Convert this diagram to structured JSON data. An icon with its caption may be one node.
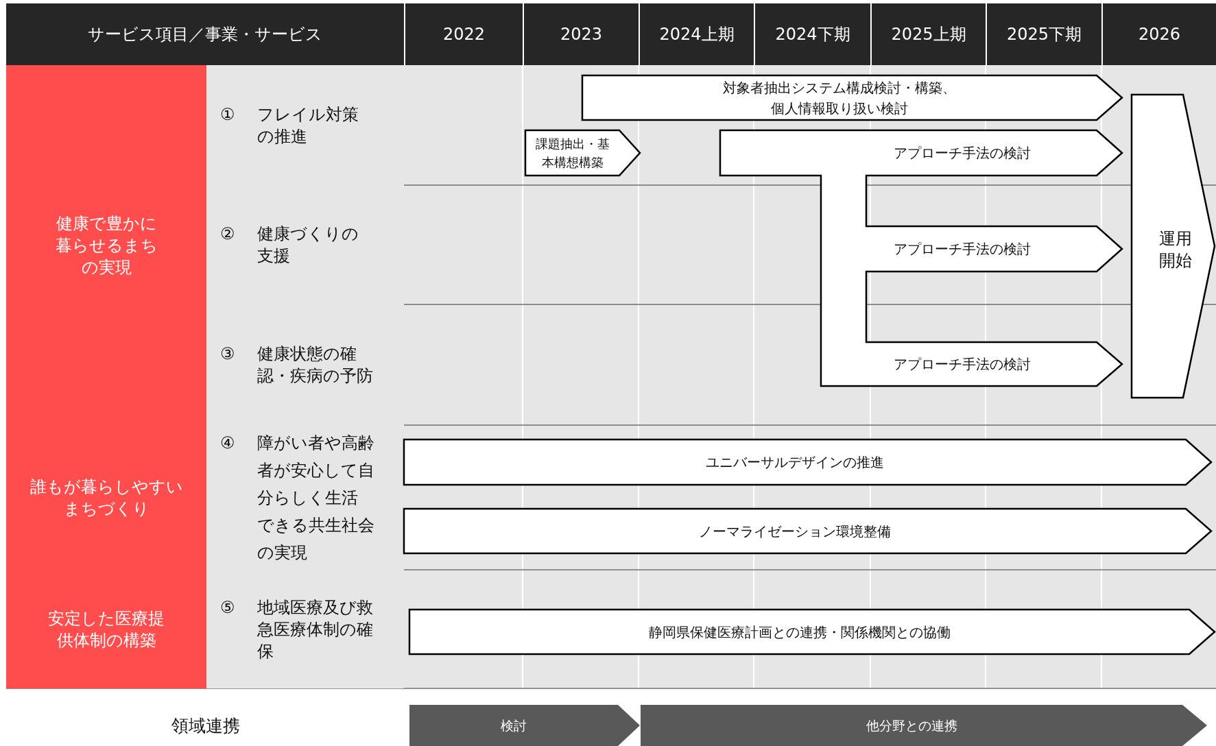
{
  "diagram": {
    "nodes": [
      {
        "text": [
          "サービス項目／事業・サービス"
        ]
      },
      {
        "text": [
          "2022"
        ]
      },
      {
        "text": [
          "2023"
        ]
      },
      {
        "text": [
          "2024上期"
        ]
      },
      {
        "text": [
          "2024下期"
        ]
      },
      {
        "text": [
          "2025上期"
        ]
      },
      {
        "text": [
          "2025下期"
        ]
      },
      {
        "text": [
          "2026"
        ]
      },
      {
        "text": [
          "健康で豊かに暮らせるまちの実現"
        ]
      },
      {
        "text": [
          "①",
          "フレイル対策の推進"
        ]
      },
      {
        "text": [
          "②",
          "健康づくりの支援"
        ]
      },
      {
        "text": [
          "③",
          "健康状態の確認・疾病の予防"
        ]
      },
      {
        "text": [
          "誰もが暮らしやすいまちづくり"
        ]
      },
      {
        "text": [
          "④",
          "障がい者や高齢者が安心して自分らしく生活できる共生社会の実現"
        ]
      },
      {
        "text": [
          "安定した医療提供体制の構築"
        ]
      },
      {
        "text": [
          "⑤",
          "地域医療及び救急医療体制の確保"
        ]
      },
      {
        "text": [
          "対象者抽出システム構成検討・構築、個人情報取り扱い検討"
        ]
      },
      {
        "text": [
          "課題抽出・基本構想構築"
        ]
      },
      {
        "text": [
          "アプローチ手法の検討",
          "アプローチ手法の検討",
          "アプローチ手法の検討"
        ]
      },
      {
        "text": [
          "運用開始"
        ]
      },
      {
        "text": [
          "ユニバーサルデザインの推進"
        ]
      },
      {
        "text": [
          "ノーマライゼーション環境整備"
        ]
      },
      {
        "text": [
          "静岡県保健医療計画との連携・関係機関との協働"
        ]
      },
      {
        "text": [
          "検討"
        ]
      },
      {
        "text": [
          "他分野との連携"
        ]
      }
    ],
    "labels": [
      "領域連携"
    ]
  }
}
